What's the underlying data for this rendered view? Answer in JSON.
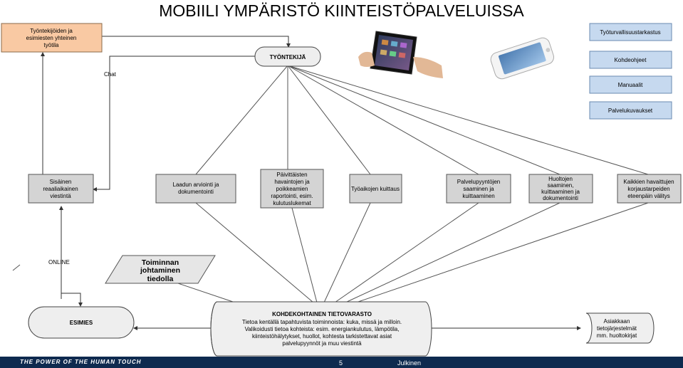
{
  "title": "MOBIILI YMPÄRISTÖ KIINTEISTÖPALVELUISSA",
  "nodes": {
    "shared_workspace": [
      "Työntekijöiden ja",
      "esimiesten yhteinen",
      "työtila"
    ],
    "worker": "TYÖNTEKIJÄ",
    "internal_messaging": [
      "Sisäinen",
      "reaaliaikainen",
      "viestintä"
    ],
    "quality": [
      "Laadun arviointi ja",
      "dokumentointi"
    ],
    "daily_obs": [
      "Päivittäisten",
      "havaintojen ja",
      "poikkeamien",
      "raportointi, esim.",
      "kulutuslukemat"
    ],
    "work_hours": [
      "Työaikojen kuittaus"
    ],
    "service_requests": [
      "Palvelupyyntöjen",
      "saaminen ja",
      "kuittaaminen"
    ],
    "maintenance": [
      "Huoltojen",
      "saaminen,",
      "kuittaaminen ja",
      "dokumentointi"
    ],
    "fault_forwarding": [
      "Kaikkien havaittujen",
      "korjaustarpeiden",
      "eteenpäin välitys"
    ],
    "management": [
      "Toiminnan",
      "johtaminen",
      "tiedolla"
    ],
    "supervisor": "ESIMIES",
    "knowledge_store_title": "KOHDEKOHTAINEN TIETOVARASTO",
    "knowledge_store_body": [
      "Tietoa kentällä tapahtuvista toiminnoista: kuka, missä ja milloin.",
      "Valikoidusti tietoa kohteista: esim. energiankulutus, lämpötila,",
      "kiinteistöhälytykset, huollot, kohtesta tarkistettavat asiat",
      "palvelupyynnöt ja muu  viestintä"
    ],
    "customer_systems": [
      "Asiakkaan",
      "tietojärjestelmät",
      "mm. huoltokirjat"
    ]
  },
  "edge_labels": {
    "chat": "Chat",
    "online": "ONLINE"
  },
  "right_buttons": [
    "Työturvallisuustarkastus",
    "Kohdeohjeet",
    "Manuaalit",
    "Palvelukuvaukset"
  ],
  "footer": {
    "tagline": "THE POWER OF THE HUMAN TOUCH",
    "page": "5",
    "classification": "Julkinen"
  },
  "colors": {
    "orange": "#f9c9a3",
    "gray": "#d4d4d4",
    "blue": "#c6d9ef",
    "footer": "#0e2a4f"
  }
}
